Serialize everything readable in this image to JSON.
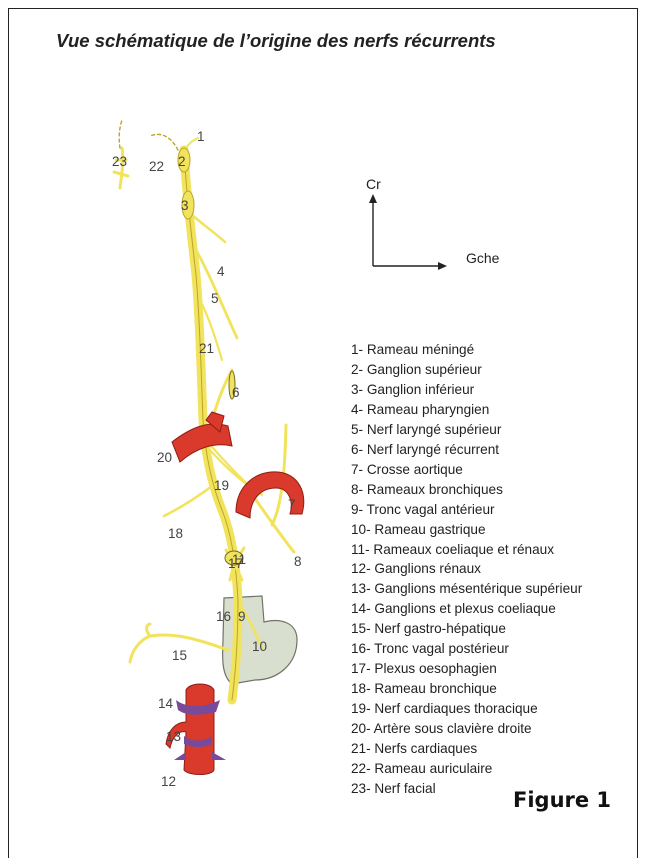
{
  "title": "Vue schématique de l’origine des nerfs récurrents",
  "orientation": {
    "cranial_label": "Cr",
    "left_label": "Gche"
  },
  "numbers": [
    "1",
    "2",
    "3",
    "4",
    "5",
    "6",
    "7",
    "8",
    "9",
    "10",
    "11",
    "12",
    "13",
    "14",
    "15",
    "16",
    "17",
    "18",
    "19",
    "20",
    "21",
    "22",
    "23"
  ],
  "legend": [
    "1- Rameau méningé",
    "2- Ganglion supérieur",
    "3- Ganglion inférieur",
    "4- Rameau pharyngien",
    "5- Nerf laryngé supérieur",
    "6- Nerf laryngé récurrent",
    "7- Crosse aortique",
    "8- Rameaux bronchiques",
    "9- Tronc vagal antérieur",
    "10- Rameau gastrique",
    "11- Rameaux coeliaque et rénaux",
    "12- Ganglions rénaux",
    "13- Ganglions mésentérique supérieur",
    "14- Ganglions et plexus coeliaque",
    "15- Nerf gastro-hépatique",
    "16- Tronc vagal postérieur",
    "17- Plexus oesophagien",
    "18- Rameau bronchique",
    "19- Nerf cardiaques thoracique",
    "20-  Artère sous clavière droite",
    "21- Nerfs cardiaques",
    "22- Rameau auriculaire",
    "23- Nerf facial"
  ],
  "figure_label": "Figure 1",
  "colors": {
    "nerve": "#f2e35c",
    "nerve_outline": "#b9a52a",
    "artery": "#d93a2b",
    "artery_outline": "#8f1d14",
    "stomach": "#d9dfcf",
    "stomach_outline": "#6f7566",
    "ganglion": "#7a4a9a",
    "text": "#222222"
  }
}
